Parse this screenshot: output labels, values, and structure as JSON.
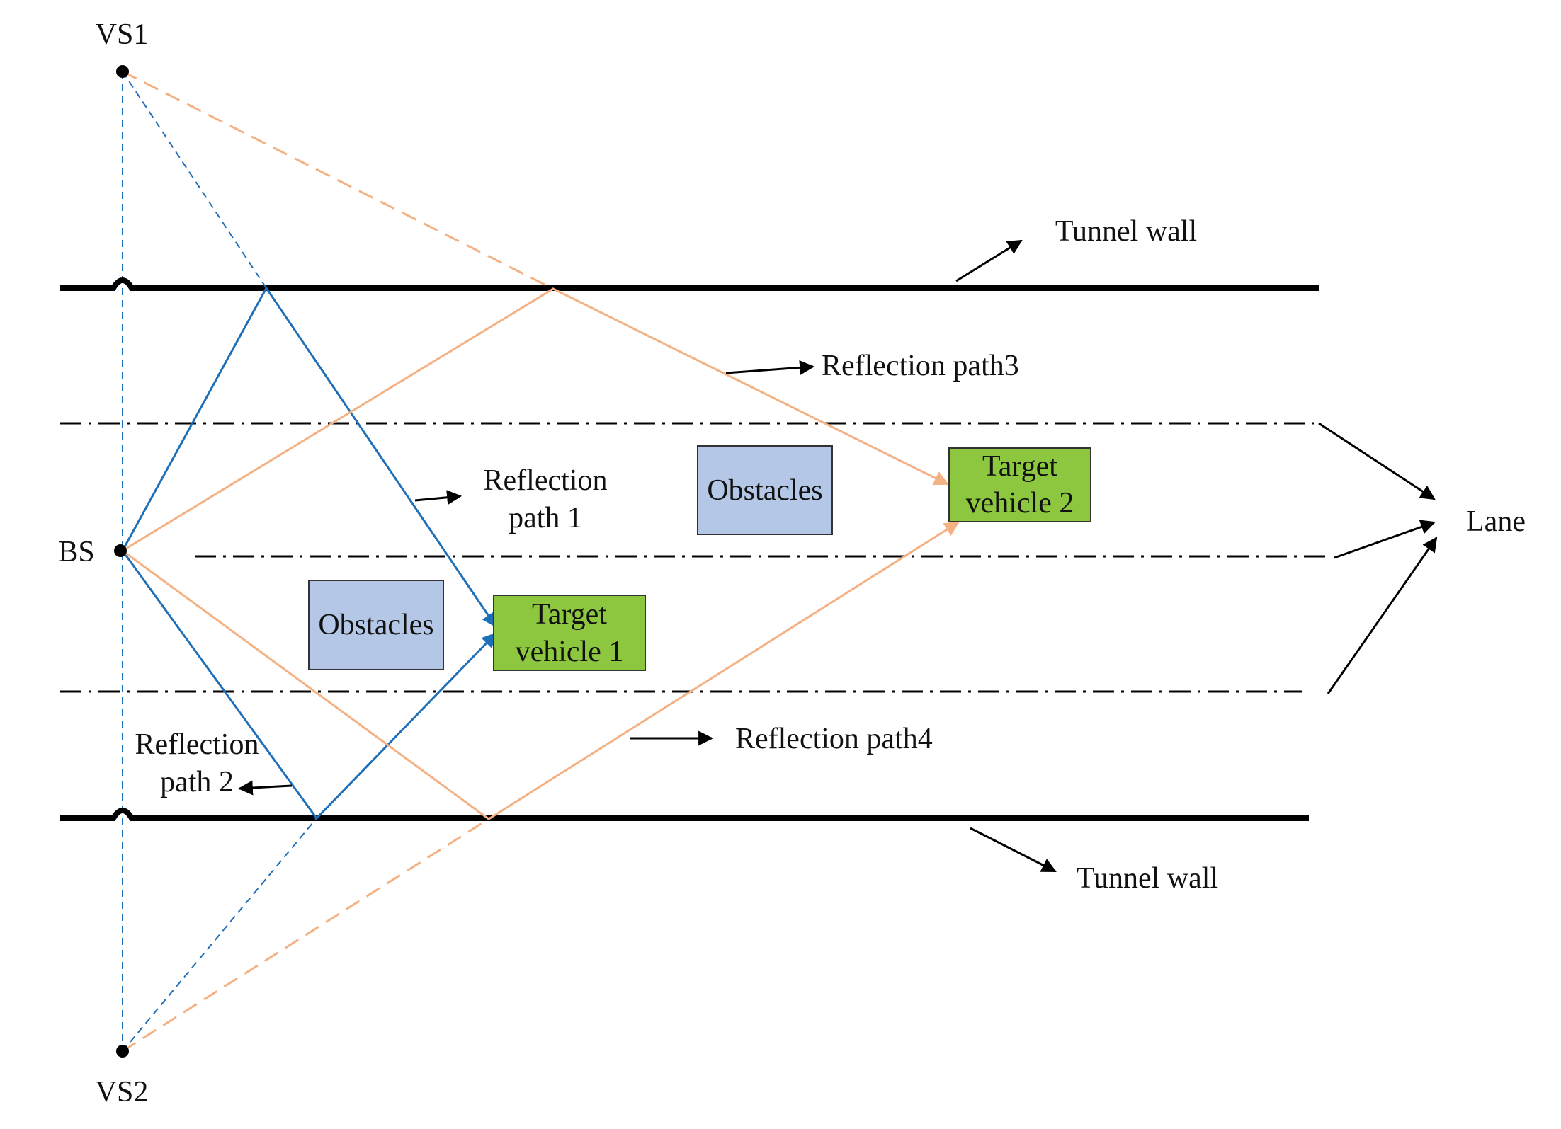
{
  "labels": {
    "vs1": "VS1",
    "vs2": "VS2",
    "bs": "BS",
    "lane": "Lane",
    "tunnel_wall_top": "Tunnel wall",
    "tunnel_wall_bottom": "Tunnel wall",
    "reflection_path1_line1": "Reflection",
    "reflection_path1_line2": "path 1",
    "reflection_path2_line1": "Reflection",
    "reflection_path2_line2": "path 2",
    "reflection_path3": "Reflection path3",
    "reflection_path4": "Reflection path4"
  },
  "boxes": {
    "obstacles_upper": "Obstacles",
    "obstacles_lower": "Obstacles",
    "target1_line1": "Target",
    "target1_line2": "vehicle 1",
    "target2_line1": "Target",
    "target2_line2": "vehicle 2"
  },
  "colors": {
    "blue_path": "#1f6fb8",
    "orange_path": "#f4b183",
    "obstacle_fill": "#b4c7e7",
    "target_fill": "#8dc63f",
    "wall": "#000000"
  }
}
